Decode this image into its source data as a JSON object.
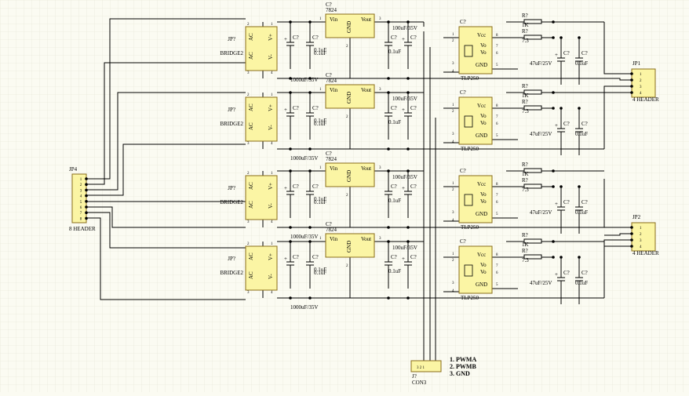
{
  "colors": {
    "background": "#fbfbf2",
    "grid": "#e4e4d4",
    "wire": "#000000",
    "component_fill": "#fbf5a4",
    "component_border": "#8a6d1a",
    "junction": "#000000"
  },
  "labels": {
    "cap_designator": "C?",
    "jp_designator": "JP?",
    "bridge_name": "BRIDGE2",
    "ac": "AC",
    "vplus": "V+",
    "vminus": "V-",
    "reg_name": "7824",
    "vin": "Vin",
    "vout": "Vout",
    "gnd": "GND",
    "c_small": "0.1uF",
    "c_big": "1000uF/35V",
    "c_mid": "100uF/35V",
    "c_out": "47uF/25V",
    "opto_name": "TLP250",
    "vcc": "Vcc",
    "vo": "Vo",
    "res_designator": "R?",
    "res_1k": "1K",
    "res_7": "7.3"
  },
  "headers": {
    "jp4": {
      "name": "JP4",
      "type": "8 HEADER",
      "pins": [
        "1",
        "2",
        "3",
        "4",
        "5",
        "6",
        "7",
        "8"
      ]
    },
    "jp1": {
      "name": "JP1",
      "type": "4 HEADER",
      "pins": [
        "1",
        "2",
        "3",
        "4"
      ]
    },
    "jp2": {
      "name": "JP2",
      "type": "4 HEADER",
      "pins": [
        "1",
        "2",
        "3",
        "4"
      ]
    },
    "con": {
      "name": "J?",
      "type": "CON3",
      "pins": [
        "1",
        "2",
        "3"
      ]
    }
  },
  "legend": [
    "1.   PWMA",
    "2.   PWMB",
    "3.   GND"
  ]
}
